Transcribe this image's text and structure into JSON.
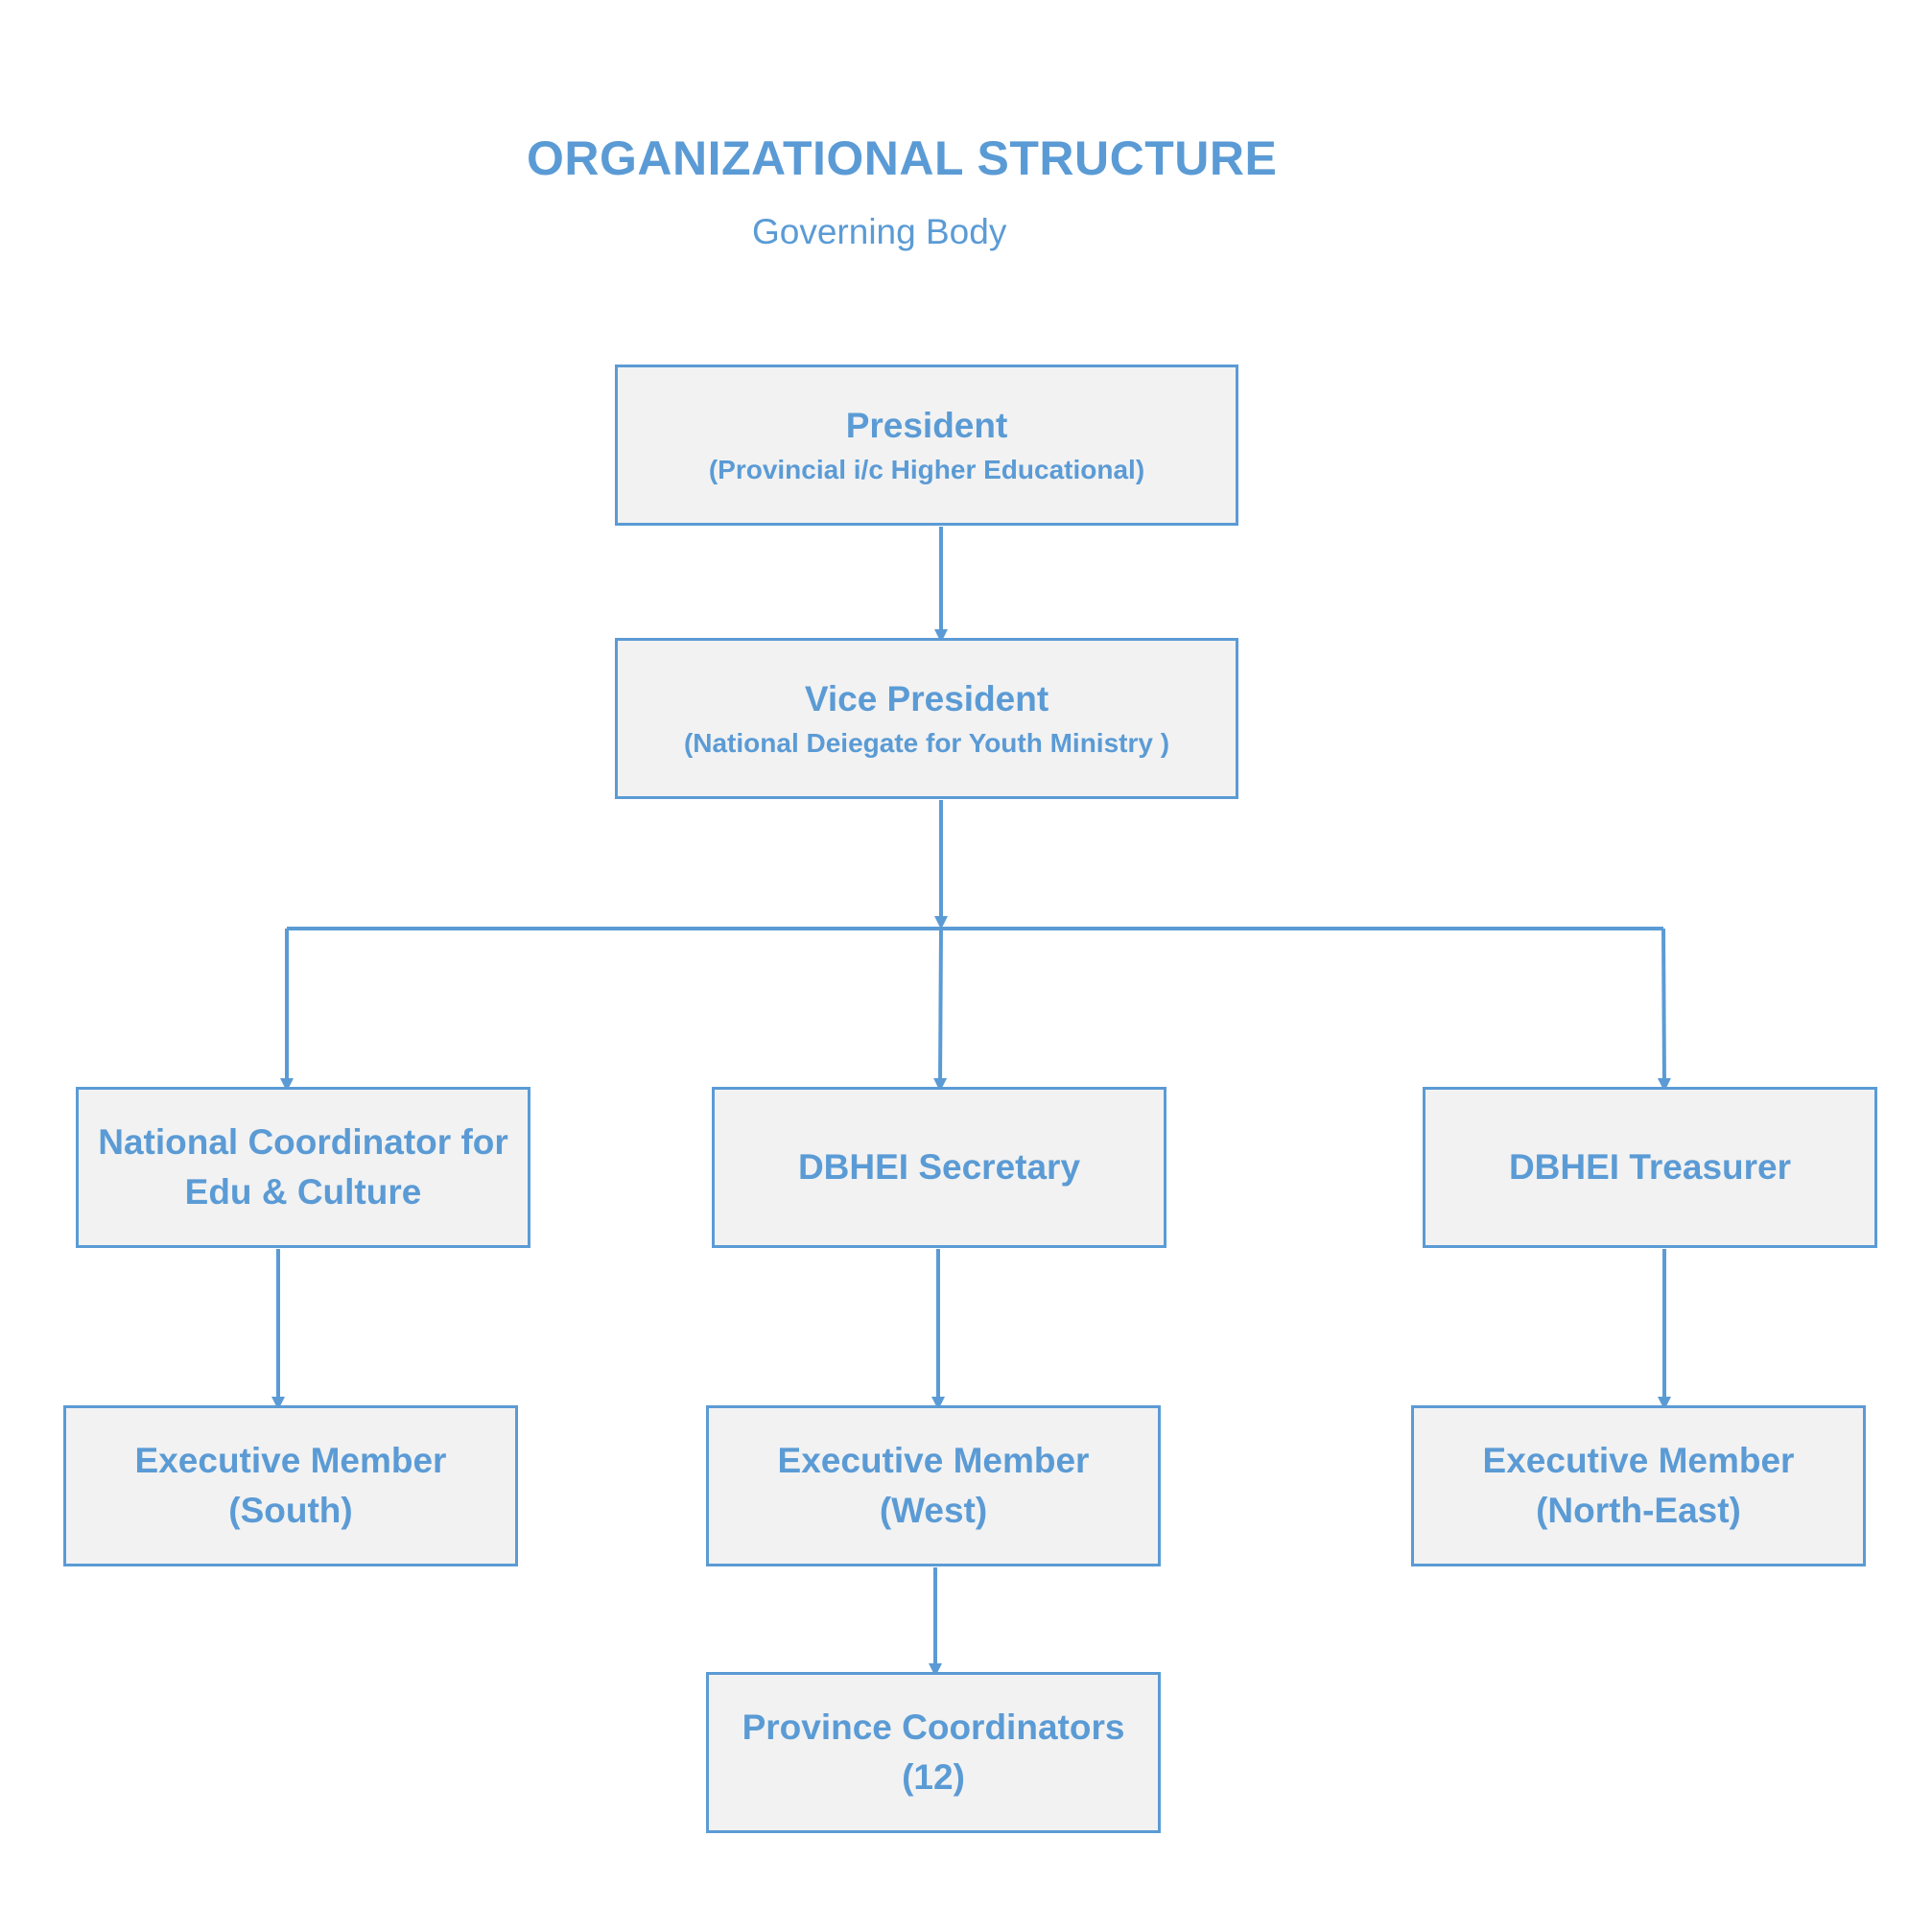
{
  "header": {
    "title": "ORGANIZATIONAL STRUCTURE",
    "subtitle": "Governing Body"
  },
  "colors": {
    "accent": "#5b9bd5",
    "box_fill": "#f2f2f2"
  },
  "nodes": {
    "president": {
      "title": "President",
      "subtitle": "(Provincial i/c Higher Educational)"
    },
    "vice_president": {
      "title": "Vice President",
      "subtitle": "(National Deiegate for Youth Ministry )"
    },
    "national_coordinator": {
      "line1": "National Coordinator for",
      "line2": "Edu & Culture"
    },
    "secretary": {
      "line1": "DBHEI Secretary"
    },
    "treasurer": {
      "line1": "DBHEI Treasurer"
    },
    "exec_south": {
      "line1": "Executive Member",
      "line2": "(South)"
    },
    "exec_west": {
      "line1": "Executive Member",
      "line2": "(West)"
    },
    "exec_north_east": {
      "line1": "Executive Member",
      "line2": "(North-East)"
    },
    "province_coordinators": {
      "line1": "Province Coordinators",
      "line2": "(12)"
    }
  }
}
